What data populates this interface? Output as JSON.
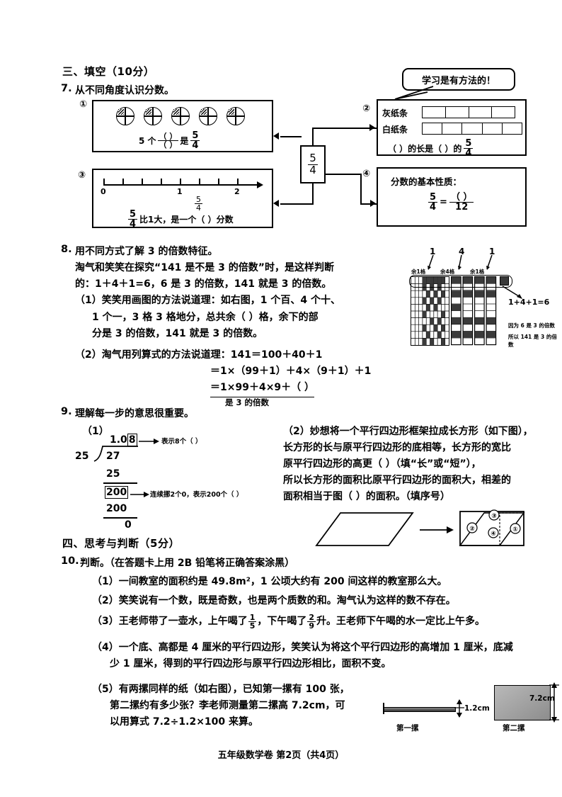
{
  "document": {
    "footer": "五年级数学卷 第2页（共4页）"
  },
  "section3": {
    "heading": "三、填空（10分）",
    "q7": {
      "number": "7.",
      "title": "从不同角度认识分数。",
      "center_fraction": {
        "num": "5",
        "den": "4"
      },
      "box1": {
        "marker": "①",
        "circle_count": 5,
        "caption_prefix": "5 个",
        "caption_blank_top": "（    ）",
        "caption_blank_bottom": "（    ）",
        "caption_mid": "是",
        "caption_frac": {
          "num": "5",
          "den": "4"
        }
      },
      "box2": {
        "marker": "②",
        "row1_label": "灰纸条",
        "row1_cells": 4,
        "row2_label": "白纸条",
        "row2_cells": 5,
        "caption_a": "（        ）的长是（        ）的",
        "caption_frac": {
          "num": "5",
          "den": "4"
        }
      },
      "box3": {
        "marker": "③",
        "ticks": [
          "0",
          "1",
          "5/4",
          "2"
        ],
        "tick_0": "0",
        "tick_1": "1",
        "tick_frac": {
          "num": "5",
          "den": "4"
        },
        "tick_2": "2",
        "caption_frac": {
          "num": "5",
          "den": "4"
        },
        "caption_text": "比1大，是一个（  ）分数"
      },
      "box4": {
        "marker": "④",
        "title": "分数的基本性质：",
        "left_frac": {
          "num": "5",
          "den": "4"
        },
        "equals": "=",
        "right_frac": {
          "num": "（  ）",
          "den": "12"
        }
      },
      "bubble_text": "学习是有方法的！"
    },
    "q8": {
      "number": "8.",
      "title": "用不同方式了解 3 的倍数特征。",
      "intro_l1": "淘气和笑笑在探究“141 是不是 3 的倍数”时，是这样判断",
      "intro_l2": "的：1＋4＋1=6，6 是 3 的倍数，141 就是 3 的倍数。",
      "p1_l1": "（1）笑笑用画图的方法说道理：如右图，1 个百、4 个十、",
      "p1_l2": "1 个一，3 格 3 格地分，总共余（      ）格，余下的部",
      "p1_l3": "分是 3 的倍数，141 就是 3 的倍数。",
      "p2_l1": "（2）淘气用列算式的方法说道理：141＝100＋40＋1",
      "p2_l2": "＝1×（99＋1）＋4×（9＋1）＋1",
      "p2_l3": "＝1×99＋4×9＋（        ）",
      "p2_note": "是 3 的倍数",
      "figure": {
        "top_labels": [
          "1",
          "4",
          "1"
        ],
        "sub_labels": [
          "余1格",
          "余4格",
          "余1格"
        ],
        "note1": "1+4+1=6",
        "note2": "因为 6 是 3 的倍数",
        "note3": "所以 141 是 3 的倍数"
      }
    },
    "q9": {
      "number": "9.",
      "title": "理解每一步的意思很重要。",
      "part1_marker": "（1）",
      "division": {
        "quotient": "1.0",
        "quotient_boxed": "8",
        "divisor": "25",
        "dividend": "27",
        "step1": "25",
        "step2_boxed": "200",
        "step3": "200",
        "remainder": "0",
        "annot1": "表示8个（       ）",
        "annot2": "连续挪2个0，表示200个（       ）"
      },
      "part2_l1": "（2）妙想将一个平行四边形框架拉成长方形（如下图），",
      "part2_l2": "长方形的长与原平行四边形的底相等，长方形的宽比",
      "part2_l3": "原平行四边形的高更（       ）（填“长”或“短”），",
      "part2_l4": "所以长方形的面积比原平行四边形的面积大，相差的",
      "part2_l5": "面积相当于图（      ）的面积。（填序号）",
      "figure_labels": [
        "①",
        "②",
        "③",
        "④"
      ]
    }
  },
  "section4": {
    "heading": "四、思考与判断（5分）",
    "q10": {
      "number": "10.",
      "title": "判断。（在答题卡上用 2B 铅笔将正确答案涂黑）",
      "items": [
        {
          "marker": "（1）",
          "text": "一间教室的面积约是 49.8m²，1 公顷大约有 200 间这样的教室那么大。"
        },
        {
          "marker": "（2）",
          "text": "笑笑说有一个数，既是奇数，也是两个质数的和。淘气认为这样的数不存在。"
        },
        {
          "marker": "（3）",
          "pre": "王老师带了一壶水，上午喝了",
          "frac1": {
            "num": "1",
            "den": "5"
          },
          "mid": "，下午喝了",
          "frac2": {
            "num": "2",
            "den": "9"
          },
          "post": "升。王老师下午喝的水一定比上午多。"
        },
        {
          "marker": "（4）",
          "l1": "一个底、高都是 4 厘米的平行四边形，笑笑认为将这个平行四边形的高增加 1 厘米，底减",
          "l2": "少 1 厘米，得到的平行四边形与原平行四边形相比，面积不变。"
        },
        {
          "marker": "（5）",
          "l1": "有两摞同样的纸（如右图），已知第一摞有 100 张，",
          "l2": "第二摞约有多少张？李老师测量第二摞高 7.2cm，可",
          "l3": "以用算式 7.2÷1.2×100 来算。"
        }
      ],
      "figure": {
        "stack1_label": "第一摞",
        "stack1_measure": "1.2cm",
        "stack2_label": "第二摞",
        "stack2_measure": "7.2cm"
      }
    }
  }
}
